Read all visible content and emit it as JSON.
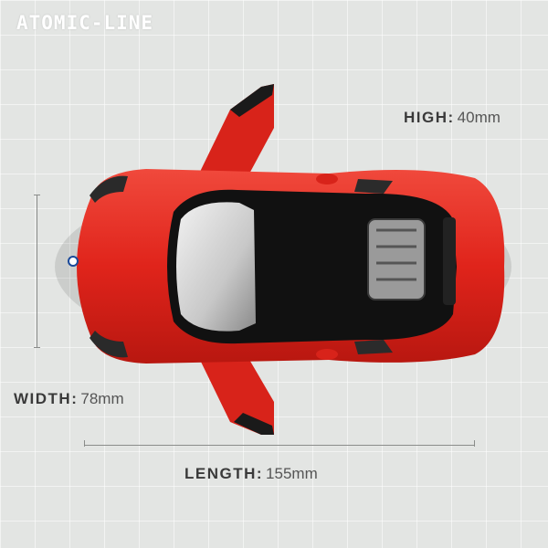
{
  "brand": "ATOMIC-LINE",
  "dimensions": {
    "high": {
      "label": "HIGH:",
      "value": "40mm"
    },
    "width": {
      "label": "WIDTH:",
      "value": "78mm"
    },
    "length": {
      "label": "LENGTH:",
      "value": "155mm"
    }
  },
  "colors": {
    "car_body": "#e0241b",
    "background": "#e3e5e3"
  }
}
